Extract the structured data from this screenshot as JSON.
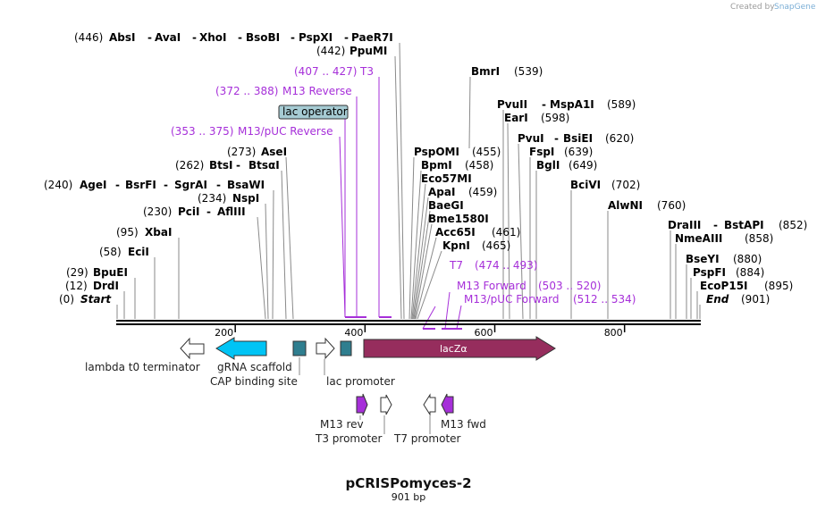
{
  "watermark": {
    "prefix": "Created by",
    "brand": "SnapGene"
  },
  "title": "pCRISPomyces-2",
  "length_label": "901 bp",
  "colors": {
    "primer": "#a62fd9",
    "lacZ": "#962d5d",
    "terminator": "#00c4f5",
    "cap": "#2f7e8f",
    "lac_promoter": "#2f7e8f",
    "operator_fill": "#a6cbd3",
    "outline": "#333333"
  },
  "axis": {
    "ticks": [
      {
        "value": 200,
        "label": "200"
      },
      {
        "value": 400,
        "label": "400"
      },
      {
        "value": 600,
        "label": "600"
      },
      {
        "value": 800,
        "label": "800"
      }
    ]
  },
  "sites": {
    "absi_line": {
      "pos": "(446)",
      "names": [
        "AbsI",
        "AvaI",
        "XhoI",
        "BsoBI",
        "PspXI",
        "PaeR7I"
      ]
    },
    "ppumi": {
      "pos": "(442)",
      "name": "PpuMI"
    },
    "asei": {
      "pos": "(273)",
      "name": "AseI"
    },
    "btsi": {
      "pos": "(262)",
      "names": [
        "BtsI",
        "BtsαI"
      ]
    },
    "agei": {
      "pos": "(240)",
      "names": [
        "AgeI",
        "BsrFI",
        "SgrAI",
        "BsaWI"
      ]
    },
    "nspi": {
      "pos": "(234)",
      "name": "NspI"
    },
    "pcii": {
      "pos": "(230)",
      "names": [
        "PciI",
        "AflIII"
      ]
    },
    "xbai": {
      "pos": "(95)",
      "name": "XbaI"
    },
    "ecii": {
      "pos": "(58)",
      "name": "EciI"
    },
    "bpuei": {
      "pos": "(29)",
      "name": "BpuEI"
    },
    "drdi": {
      "pos": "(12)",
      "name": "DrdI"
    },
    "start": {
      "pos": "(0)",
      "name": "Start"
    },
    "bmri": {
      "pos": "(539)",
      "name": "BmrI"
    },
    "pvuii": {
      "pos": "(589)",
      "names": [
        "PvuII",
        "MspA1I"
      ]
    },
    "eari": {
      "pos": "(598)",
      "name": "EarI"
    },
    "pvui": {
      "pos": "(620)",
      "names": [
        "PvuI",
        "BsiEI"
      ]
    },
    "fspi": {
      "pos": "(639)",
      "name": "FspI"
    },
    "bgli": {
      "pos": "(649)",
      "name": "BglI"
    },
    "bcivi": {
      "pos": "(702)",
      "name": "BciVI"
    },
    "alwni": {
      "pos": "(760)",
      "name": "AlwNI"
    },
    "draiii": {
      "pos": "(852)",
      "names": [
        "DraIII",
        "BstAPI"
      ]
    },
    "nmeaiii": {
      "pos": "(858)",
      "name": "NmeAIII"
    },
    "bseyi": {
      "pos": "(880)",
      "name": "BseYI"
    },
    "pspfi": {
      "pos": "(884)",
      "name": "PspFI"
    },
    "ecop15i": {
      "pos": "(895)",
      "name": "EcoP15I"
    },
    "end": {
      "pos": "(901)",
      "name": "End"
    },
    "pspomi": {
      "pos": "(455)",
      "name": "PspOMI"
    },
    "bpmi": {
      "pos": "(458)",
      "name": "BpmI"
    },
    "eco57mi": {
      "name": "Eco57MI"
    },
    "apai": {
      "pos": "(459)",
      "name": "ApaI"
    },
    "baegi": {
      "name": "BaeGI"
    },
    "bme1580i": {
      "name": "Bme1580I"
    },
    "acc65i": {
      "pos": "(461)",
      "name": "Acc65I"
    },
    "kpni": {
      "pos": "(465)",
      "name": "KpnI"
    }
  },
  "primers": {
    "t3": {
      "range": "(407 .. 427)",
      "name": "T3"
    },
    "m13rev": {
      "range": "(372 .. 388)",
      "name": "M13 Reverse"
    },
    "m13puc_rev": {
      "range": "(353 .. 375)",
      "name": "M13/pUC Reverse"
    },
    "t7": {
      "name": "T7",
      "range": "(474 .. 493)"
    },
    "m13fwd": {
      "name": "M13 Forward",
      "range": "(503 .. 520)"
    },
    "m13puc_fwd": {
      "name": "M13/pUC Forward",
      "range": "(512 .. 534)"
    }
  },
  "features": {
    "lac_operator": "lac operator",
    "lambda_t0": "lambda t0 terminator",
    "grna_scaffold": "gRNA scaffold",
    "cap_site": "CAP binding site",
    "lac_promoter": "lac promoter",
    "lacz": "lacZα",
    "m13_rev": "M13 rev",
    "t3_promoter": "T3 promoter",
    "t7_promoter": "T7 promoter",
    "m13_fwd": "M13 fwd"
  }
}
